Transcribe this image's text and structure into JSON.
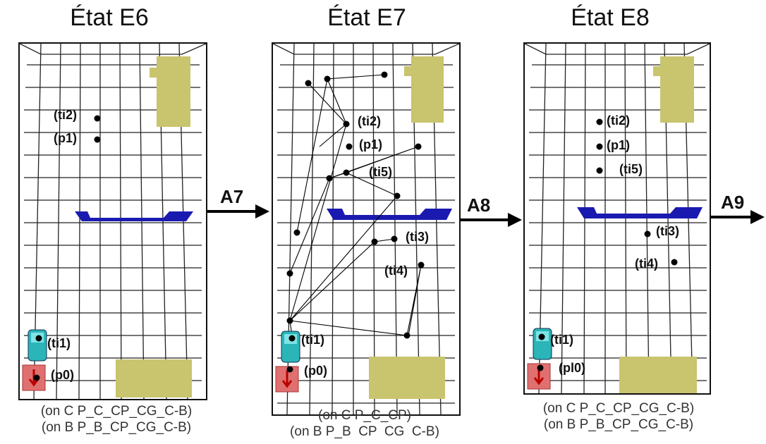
{
  "states": [
    {
      "title": "État E6",
      "caption": [
        "(on C P_C_CP_CG_C-B)",
        "(on B P_B_CP_CG_C-B)"
      ],
      "labels": [
        "(ti2)",
        "(p1)",
        "(ti1)",
        "(p0)"
      ]
    },
    {
      "title": "État E7",
      "caption": [
        "(on C P_C_CP)",
        "(on B P_B  CP  CG  C-B)"
      ],
      "labels": [
        "(ti2)",
        "(p1)",
        "(ti5)",
        "(ti3)",
        "(ti4)",
        "(ti1)",
        "(p0)"
      ]
    },
    {
      "title": "État E8",
      "caption": [
        "(on C P_C_CP_CG_C-B)",
        "(on B P_B_CP_CG_C-B)"
      ],
      "labels": [
        "(ti2)",
        "(p1)",
        "(ti5)",
        "(ti3)",
        "(ti4)",
        "(ti1)",
        "(pl0)"
      ]
    }
  ],
  "actions": [
    "A7",
    "A8",
    "A9"
  ],
  "colors": {
    "grid": "#222222",
    "obstacle": "#c9c46e",
    "bar": "#1a1ab0",
    "robot_body": "#2bb5b8",
    "robot_box": "#e07070",
    "point": "#000000"
  }
}
